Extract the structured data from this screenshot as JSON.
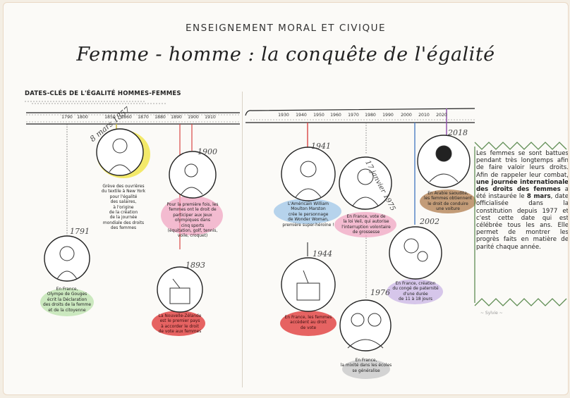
{
  "header": {
    "subject": "ENSEIGNEMENT MORAL ET CIVIQUE",
    "title": "Femme - homme : la conquête de l'égalité"
  },
  "section_title": "DATES-CLÉS DE L'ÉGALITÉ HOMMES-FEMMES",
  "timeline": {
    "left_ticks": [
      "1790",
      "1800",
      "1850",
      "1860",
      "1870",
      "1880",
      "1890",
      "1900",
      "1910"
    ],
    "right_ticks": [
      "1930",
      "1940",
      "1950",
      "1960",
      "1970",
      "1980",
      "1990",
      "2000",
      "2010",
      "2020"
    ]
  },
  "events": {
    "e1857": {
      "date": "8 mars 1857",
      "lines": [
        "Grève des ouvrières",
        "du textile à New York",
        "pour l'égalité",
        "des salaires,",
        "à l'origine",
        "de la création",
        "de la journée",
        "mondiale des droits",
        "des femmes"
      ]
    },
    "e1791": {
      "date": "1791",
      "lines": [
        "En France,",
        "Olympe de Gouges",
        "écrit la Déclaration",
        "des droits de la femme",
        "et de la citoyenne"
      ]
    },
    "e1900": {
      "date": "1900",
      "lines": [
        "Pour la première fois, les",
        "femmes ont le droit de",
        "participer aux Jeux",
        "olympiques dans",
        "cinq sports",
        "(équitation, golf, tennis,",
        "voile, croquet)"
      ]
    },
    "e1893": {
      "date": "1893",
      "lines": [
        "La Nouvelle-Zélande",
        "est le premier pays",
        "à accorder le droit",
        "de vote aux femmes"
      ]
    },
    "e1941": {
      "date": "1941",
      "lines": [
        "L'Américain William",
        "Moulton Marston",
        "crée le personnage",
        "de Wonder Woman,",
        "première super-héroïne !"
      ]
    },
    "e1944": {
      "date": "1944",
      "lines": [
        "En France, les femmes",
        "accèdent au droit",
        "de vote"
      ]
    },
    "e1975": {
      "date": "17 janvier 1975",
      "lines": [
        "En France, vote de",
        "la loi Veil, qui autorise",
        "l'interruption volontaire",
        "de grossesse"
      ]
    },
    "e1976": {
      "date": "1976",
      "lines": [
        "En France,",
        "la mixité dans les écoles",
        "se généralise"
      ]
    },
    "e2002": {
      "date": "2002",
      "lines": [
        "En France, création",
        "du congé de paternité",
        "d'une durée",
        "de 11 à 18 jours"
      ]
    },
    "e2018": {
      "date": "2018",
      "lines": [
        "En Arabie saoudite,",
        "les femmes obtiennent",
        "le droit de conduire",
        "une voiture"
      ]
    }
  },
  "sidebar": {
    "t1": "Les femmes se sont battues pendant très longtemps afin de faire valoir leurs droits. Afin de rappeler leur combat, ",
    "b1": "une journée internationale des droits des femmes",
    "t2": " a été instaurée le ",
    "b2": "8 mars",
    "t3": ", date officialisée dans la constitution depuis 1977 et c'est cette date qui est célébrée tous les ans. Elle permet de montrer les progrès faits en matière de parité chaque année.",
    "signature": "~ Sylvie ~"
  },
  "colors": {
    "yellow": "#f3e96a",
    "pink": "#ef9fbf",
    "red": "#e24848",
    "blue": "#9fc6e8",
    "green": "#bfe3b0",
    "purple": "#cdb9e6",
    "brown": "#b98b62",
    "grey": "#c9c9c9",
    "timeline_red": "#d94545",
    "timeline_blue": "#4b7ec4",
    "timeline_purple": "#8a4aa8",
    "border_green": "#5f8d54"
  }
}
